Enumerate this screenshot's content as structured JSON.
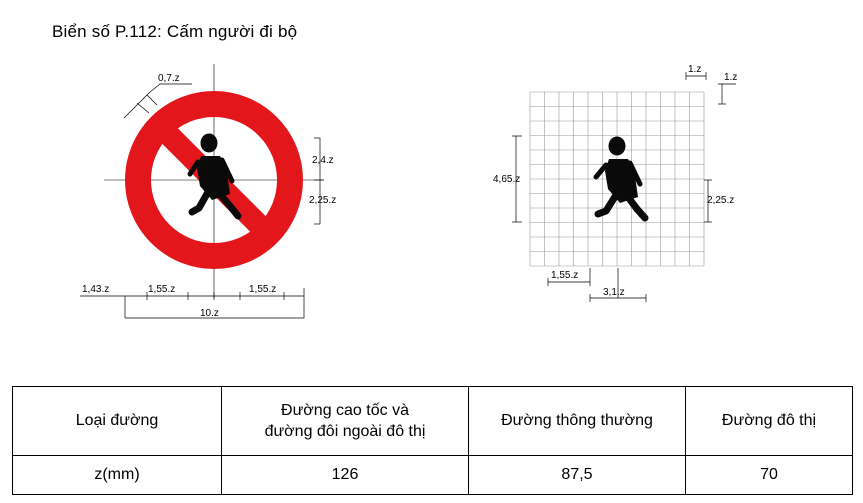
{
  "title": "Biển số P.112: Cấm người đi bộ",
  "colors": {
    "sign_red": "#e3161b",
    "figure": "#0a0a0a",
    "grid": "#9a9a9a"
  },
  "dimensions_left": {
    "top_diag": "0,7.z",
    "right_upper": "2,4.z",
    "right_lower": "2,25.z",
    "bottom_a": "1,43.z",
    "bottom_b": "1,55.z",
    "bottom_c": "1,55.z",
    "bottom_total": "10.z"
  },
  "dimensions_right": {
    "top_cell_w": "1.z",
    "top_cell_h": "1.z",
    "left_height": "4,65.z",
    "right_lower": "2,25.z",
    "bottom_a": "1,55.z",
    "bottom_b": "3,1.z"
  },
  "table": {
    "header": [
      "Loại đường",
      "Đường cao tốc và",
      "đường đôi ngoài đô thị",
      "Đường thông thường",
      "Đường đô thị"
    ],
    "row_label": "z(mm)",
    "values": [
      "126",
      "87,5",
      "70"
    ]
  }
}
